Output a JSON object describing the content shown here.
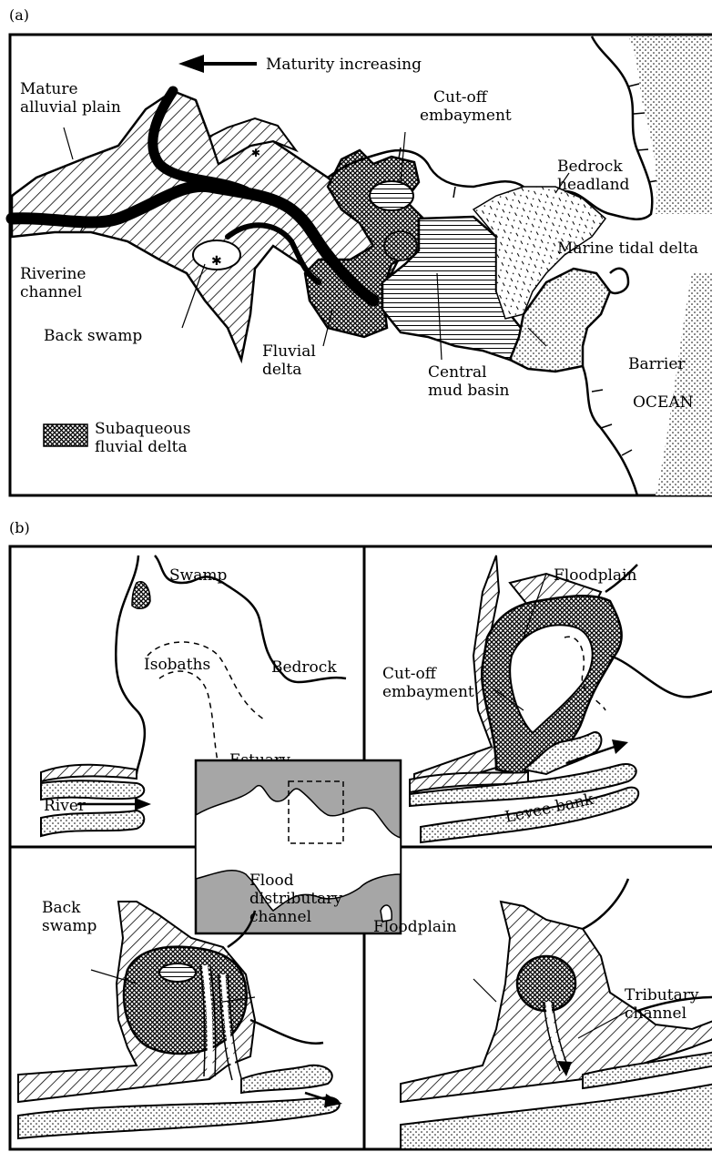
{
  "panel_a": {
    "panel_label": "(a)",
    "labels": {
      "maturity": "Maturity increasing",
      "mature1": "Mature",
      "mature2": "alluvial plain",
      "cutoff1": "Cut-off",
      "cutoff2": "embayment",
      "bedrock1": "Bedrock",
      "bedrock2": "headland",
      "marine": "Marine tidal delta",
      "riverine1": "Riverine",
      "riverine2": "channel",
      "backswamp": "Back swamp",
      "fluvial1": "Fluvial",
      "fluvial2": "delta",
      "barrier": "Barrier",
      "central1": "Central",
      "central2": "mud basin",
      "ocean": "OCEAN",
      "legend1": "Subaqueous",
      "legend2": "fluvial delta"
    }
  },
  "panel_b": {
    "panel_label": "(b)",
    "labels": {
      "swamp": "Swamp",
      "isobaths": "Isobaths",
      "bedrock": "Bedrock",
      "estuary": "Estuary",
      "river": "River",
      "floodplain_tr": "Floodplain",
      "cutoff1": "Cut-off",
      "cutoff2": "embayment",
      "levee": "Levee bank",
      "back1": "Back",
      "back2": "swamp",
      "flood1": "Flood",
      "flood2": "distributary",
      "flood3": "channel",
      "floodplain_br": "Floodplain",
      "trib1": "Tributary",
      "trib2": "channel"
    }
  },
  "colors": {
    "ink": "#000000",
    "inset_fill": "#a6a6a6",
    "paper": "#ffffff"
  }
}
